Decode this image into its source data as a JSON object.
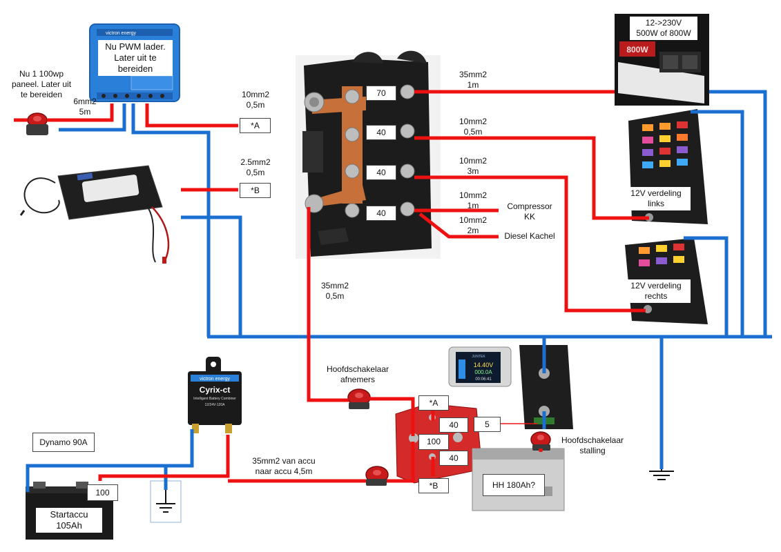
{
  "labels": {
    "pwm_charger": "Nu PWM lader.\nLater uit te\nbereiden",
    "solar_panel": "Nu 1 100wp\npaneel. Later uit\nte bereiden",
    "wire_6mm": "6mm2\n5m",
    "wire_10mm_a": "10mm2\n0,5m",
    "ref_a": "*A",
    "wire_2_5mm": "2.5mm2\n0,5m",
    "ref_b": "*B",
    "fuse_70": "70",
    "fuse_40_1": "40",
    "fuse_40_2": "40",
    "fuse_40_3": "40",
    "wire_35mm_1m": "35mm2\n1m",
    "wire_10mm_0_5m": "10mm2\n0,5m",
    "wire_10mm_3m": "10mm2\n3m",
    "wire_10mm_1m": "10mm2\n1m",
    "wire_10mm_2m": "10mm2\n2m",
    "compressor": "Compressor\nKK",
    "diesel": "Diesel Kachel",
    "inverter": "12->230V\n500W of 800W",
    "dist_left": "12V verdeling\nlinks",
    "dist_right": "12V verdeling\nrechts",
    "wire_35mm_0_5m": "35mm2\n0,5m",
    "main_switch_loads": "Hoofdschakelaar\nafnemers",
    "cyrix_brand": "victron energy",
    "cyrix_model": "Cyrix-ct",
    "cyrix_sub": "Intelligent Battery Combiner",
    "cyrix_spec": "12/24V-120A",
    "dynamo": "Dynamo 90A",
    "fuse_100_start": "100",
    "start_battery": "Startaccu\n105Ah",
    "wire_35mm_accu": "35mm2 van accu\nnaar accu 4,5m",
    "bus_a": "*A",
    "bus_fuse_40_top": "40",
    "bus_fuse_100": "100",
    "bus_fuse_40_bottom": "40",
    "bus_b": "*B",
    "fuse_5": "5",
    "main_switch_storage": "Hoofdschakelaar\nstalling",
    "house_battery": "HH 180Ah?",
    "monitor_brand": "JUNTEK",
    "monitor_v": "14.40V",
    "monitor_a": "000.0A",
    "monitor_t": "00:06:41",
    "inverter_badge": "800W",
    "mppt_brand": "victron energy"
  },
  "colors": {
    "positive": "#ee1111",
    "negative": "#1a6fd0",
    "copper": "#c8703a",
    "victron_blue": "#2a7fd8"
  }
}
